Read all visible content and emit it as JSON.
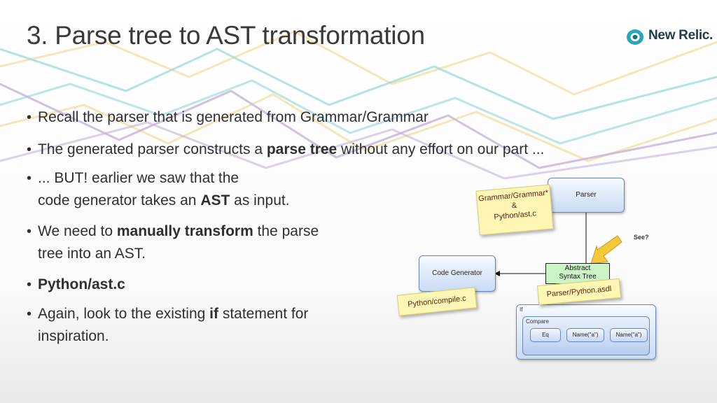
{
  "slide": {
    "title": "3. Parse tree to AST transformation",
    "brand": "New Relic.",
    "bullets": [
      {
        "plain": "Recall the parser that is generated from Grammar/Grammar"
      },
      {
        "pre": "The generated parser constructs a ",
        "bold": "parse tree",
        "post": " without any effort on our part ..."
      },
      {
        "line1": "... BUT! earlier we saw that the",
        "line2_pre": "code generator takes an ",
        "line2_bold": "AST",
        "line2_post": " as input."
      },
      {
        "line1_pre": "We need to ",
        "line1_bold": "manually transform",
        "line1_post": " the parse",
        "line2": "tree into an AST."
      },
      {
        "bold": "Python/ast.c"
      },
      {
        "line1_pre": "Again, look to the existing ",
        "line1_bold": "if",
        "line1_post": " statement for",
        "line2": "inspiration."
      }
    ],
    "bullet_glyph": "•"
  },
  "diagram": {
    "parser": "Parser",
    "grammar_note_l1": "Grammar/Grammar*",
    "grammar_note_l2": "&",
    "grammar_note_l3": "Python/ast.c",
    "see": "See?",
    "code_generator": "Code Generator",
    "compile_note": "Python/compile.c",
    "ast_l1": "Abstract",
    "ast_l2": "Syntax Tree",
    "asdl_note": "Parser/Python.asdl",
    "if_label": "If",
    "compare_label": "Compare",
    "eq": "Eq",
    "name_a1": "Name(\"a\")",
    "name_a2": "Name(\"a\")"
  },
  "colors": {
    "title": "#3a3a3a",
    "text": "#2f2f2f",
    "line_cyan": "#9fdcdc",
    "line_yellow": "#f3dfa6",
    "line_purple": "#c4b3d6",
    "note_yellow": "#fdf6b5",
    "ast_green": "#ccf4c6",
    "arrow_yellow": "#f5c83a"
  }
}
